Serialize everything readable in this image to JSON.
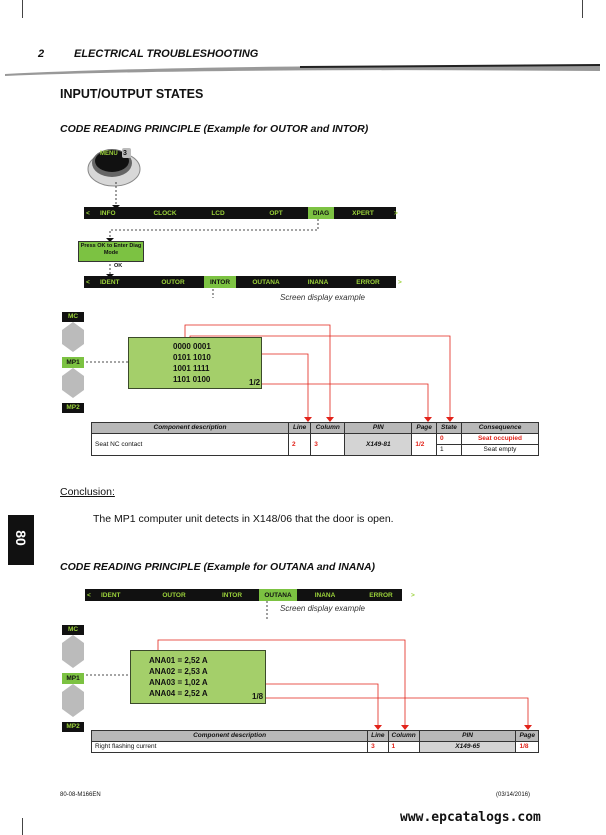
{
  "header": {
    "chapter_number": "2",
    "chapter_title": "ELECTRICAL TROUBLESHOOTING"
  },
  "section_title": "INPUT/OUTPUT STATES",
  "part1": {
    "heading": "CODE READING PRINCIPLE (Example for OUTOR and INTOR)",
    "menu_button_label": "MENU",
    "menu_button_number": "3",
    "main_menu": [
      "<",
      "INFO",
      "CLOCK",
      "LCD",
      "OPT",
      "DIAG",
      "XPERT",
      ">"
    ],
    "main_menu_selected": "DIAG",
    "ok_box_text": "Press OK to Enter Diag Mode",
    "ok_label": "OK",
    "diag_menu": [
      "<",
      "IDENT",
      "OUTOR",
      "INTOR",
      "OUTANA",
      "INANA",
      "ERROR",
      ">"
    ],
    "diag_menu_selected": "INTOR",
    "screen_caption": "Screen display example",
    "mc_label": "MC",
    "mp1_label": "MP1",
    "mp2_label": "MP2",
    "lcd_lines": [
      "0000 0001",
      "0101 1010",
      "1001 1111",
      "1101 0100"
    ],
    "lcd_page": "1/2",
    "table": {
      "headers": [
        "Component description",
        "Line",
        "Column",
        "PIN",
        "Page",
        "State",
        "Consequence"
      ],
      "row": {
        "description": "Seat NC contact",
        "line": "2",
        "column": "3",
        "pin": "X149-81",
        "page": "1/2"
      },
      "states": [
        {
          "state": "0",
          "consequence": "Seat occupied"
        },
        {
          "state": "1",
          "consequence": "Seat empty"
        }
      ]
    }
  },
  "conclusion": {
    "label": "Conclusion:",
    "text": "The MP1 computer unit detects in X148/06 that the door is open."
  },
  "side_tab": "80",
  "part2": {
    "heading": "CODE READING PRINCIPLE (Example for OUTANA and INANA)",
    "diag_menu": [
      "<",
      "IDENT",
      "OUTOR",
      "INTOR",
      "OUTANA",
      "INANA",
      "ERROR",
      ">"
    ],
    "diag_menu_selected": "OUTANA",
    "screen_caption": "Screen display example",
    "mc_label": "MC",
    "mp1_label": "MP1",
    "mp2_label": "MP2",
    "lcd_lines": [
      "ANA01 = 2,52 A",
      "ANA02 = 2,53 A",
      "ANA03 = 1,02 A",
      "ANA04 = 2,52 A"
    ],
    "lcd_page": "1/8",
    "table": {
      "headers": [
        "Component description",
        "Line",
        "Column",
        "PIN",
        "Page"
      ],
      "row": {
        "description": "Right flashing current",
        "line": "3",
        "column": "1",
        "pin": "X149-65",
        "page": "1/8"
      }
    }
  },
  "footer": {
    "doc_ref": "80-08-M166EN",
    "date": "(03/14/2016)"
  },
  "watermark": "www.epcatalogs.com",
  "colors": {
    "green": "#7cc242",
    "lcd_green": "#a4cf6a",
    "red": "#e2231a",
    "black": "#111111"
  }
}
